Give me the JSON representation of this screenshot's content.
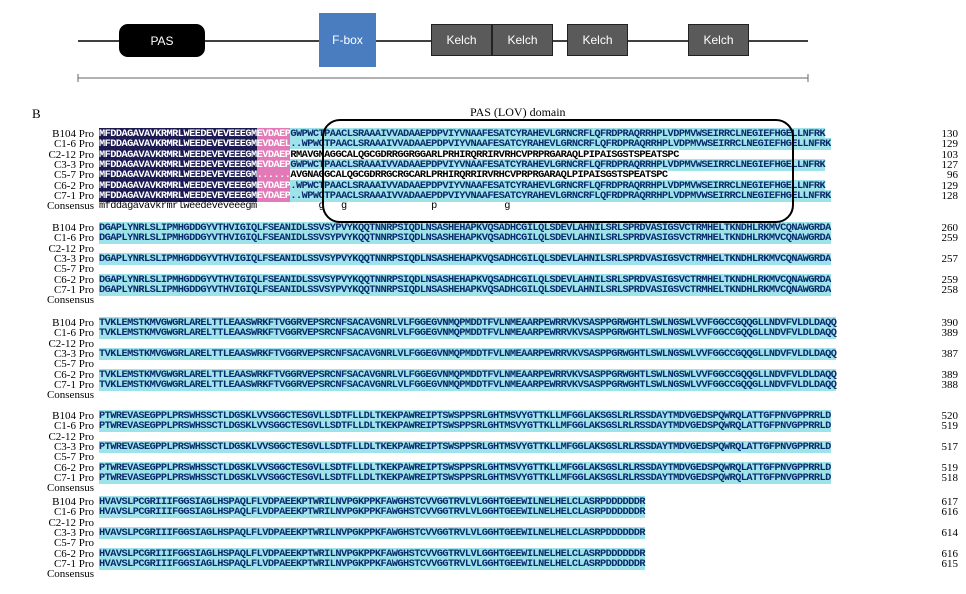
{
  "domains": {
    "pas": "PAS",
    "fbox": "F-box",
    "kelch": [
      "Kelch",
      "Kelch",
      "Kelch",
      "Kelch"
    ]
  },
  "panel_label": "B",
  "lov_title": "PAS (LOV) domain",
  "colors": {
    "identical": "#9ee3ea",
    "conserved_dark": "#1c1a52",
    "pink": "#e37ab8",
    "fbox": "#4a7cc0",
    "kelch": "#5a5a5a",
    "pas": "#000000"
  },
  "blocks": [
    {
      "rows": [
        {
          "name": "B104 Pro",
          "seq": "MFDDAGAVAVKRMRLWEEDEVEVEEEGMEVDAEPGWPWCTPAACLSRAAAIVVADAAEPDPVIYVNAAFESATCYRAHEVLGRNCRFLQFRDPRAQRRHPLVDPMVWSEIRRCLNEGIEFHGELLNFRK",
          "num": "130"
        },
        {
          "name": "C1-6 Pro",
          "seq": "MFDDAGAVAVKRMRLWEEDEVEVEEEGMEVDAEL..WPWCTPAACLSRAAAIVVADAAEPDPVIYVNAAFESATCYRAHEVLGRNCRFLQFRDPRAQRRHPLVDPMVWSEIRRCLNEGIEFHGELLNFRK",
          "num": "129"
        },
        {
          "name": "C2-12 Pro",
          "seq": "MFDDAGAVAVKRMRLWEEDEVEVEEEGMEVDAEPRMAVGNAGGCALQGCGDRRGGRGGARLPRHIRQRRIRVRHCVPRPRGARAQLPIPAISGSTSPEATSPC",
          "num": "103"
        },
        {
          "name": "C3-3 Pro",
          "seq": "MFDDAGAVAVKRMRLWEEDEVEVEEEGMEVDAEPGWPWCTPAACLSRAAAIVVADAAEPDPVIYVNAAFESATCYRAHEVLGRNCRFLQFRDPRAQRRHPLVDPMVWSEIRRCLNEGIEFHGELLNFRK",
          "num": "127"
        },
        {
          "name": "C5-7 Pro",
          "seq": "MFDDAGAVAVKRMRLWEEDEVEVEEEGM......AVGNAGGCALQGCGDRRGCRGCARLPRHIRQRRIRVRHCVPRPRGARAQLPIPAISGSTSPEATSPC",
          "num": "96"
        },
        {
          "name": "C6-2 Pro",
          "seq": "MFDDAGAVAVKRMRLWEEDEVEVEEEGMEVDAEP.WPWCTPAACLSRAAAIVVADAAEPDPVIYVNAAFESATCYRAHEVLGRNCRFLQFRDPRAQRRHPLVDPMVWSEIRRCLNEGIEFHGELLNFRK",
          "num": "129"
        },
        {
          "name": "C7-1 Pro",
          "seq": "MFDDAGAVAVKRMRLWEEDEVEVEEEGMEVDAEP..WPWCTPAACLSRAAAIVVADAAEPDPVIYVNAAFESATCYRAHEVLGRNCRFLQFRDPRAQRRHPLVDPMVWSEIRRCLNEGIEFHGELLNFRK",
          "num": "128"
        },
        {
          "name": "Consensus",
          "seq": "mfddagavavkrmrlweedeveveeegm           g   g               p            g",
          "num": ""
        }
      ]
    },
    {
      "rows": [
        {
          "name": "B104 Pro",
          "seq": "DGAPLYNRLSLIPMHGDDGYVTHVIGIQLFSEANIDLSSVSYPVYKQQTNNRPSIQDLNSASHEHAPKVQSADHCGILQLSDEVLAHNILSRLSPRDVASIGSVCTRMHELTKNDHLRKMVCQNAWGRDA",
          "num": "260"
        },
        {
          "name": "C1-6 Pro",
          "seq": "DGAPLYNRLSLIPMHGDDGYVTHVIGIQLFSEANIDLSSVSYPVYKQQTNNRPSIQDLNSASHEHAPKVQSADHCGILQLSDEVLAHNILSRLSPRDVASIGSVCTRMHELTKNDHLRKMVCQNAWGRDA",
          "num": "259"
        },
        {
          "name": "C2-12 Pro",
          "seq": "",
          "num": ""
        },
        {
          "name": "C3-3 Pro",
          "seq": "DGAPLYNRLSLIPMHGDDGYVTHVIGIQLFSEANIDLSSVSYPVYKQQTNNRPSIQDLNSASHEHAPKVQSADHCGILQLSDEVLAHNILSRLSPRDVASIGSVCTRMHELTKNDHLRKMVCQNAWGRDA",
          "num": "257"
        },
        {
          "name": "C5-7 Pro",
          "seq": "",
          "num": ""
        },
        {
          "name": "C6-2 Pro",
          "seq": "DGAPLYNRLSLIPMHGDDGYVTHVIGIQLFSEANIDLSSVSYPVYKQQTNNRPSIQDLNSASHEHAPKVQSADHCGILQLSDEVLAHNILSRLSPRDVASIGSVCTRMHELTKNDHLRKMVCQNAWGRDA",
          "num": "259"
        },
        {
          "name": "C7-1 Pro",
          "seq": "DGAPLYNRLSLIPMHGDDGYVTHVIGIQLFSEANIDLSSVSYPVYKQQTNNRPSIQDLNSASHEHAPKVQSADHCGILQLSDEVLAHNILSRLSPRDVASIGSVCTRMHELTKNDHLRKMVCQNAWGRDA",
          "num": "258"
        },
        {
          "name": "Consensus",
          "seq": "",
          "num": ""
        }
      ]
    },
    {
      "rows": [
        {
          "name": "B104 Pro",
          "seq": "TVKLEMSTKMVGWGRLARELTTLEAASWRKFTVGGRVEPSRCNFSACAVGNRLVLFGGEGVNMQPMDDTFVLNMEAARPEWRRVKVSASPPGRWGHTLSWLNGSWLVVFGGCCGQQGLLNDVFVLDLDAQQ",
          "num": "390"
        },
        {
          "name": "C1-6 Pro",
          "seq": "TVKLEMSTKMVGWGRLARELTTLEAASWRKFTVGGRVEPSRCNFSACAVGNRLVLFGGEGVNMQPMDDTFVLNMEAARPEWRRVKVSASPPGRWGHTLSWLNGSWLVVFGGCCGQQGLLNDVFVLDLDAQQ",
          "num": "389"
        },
        {
          "name": "C2-12 Pro",
          "seq": "",
          "num": ""
        },
        {
          "name": "C3-3 Pro",
          "seq": "TVKLEMSTKMVGWGRLARELTTLEAASWRKFTVGGRVEPSRCNFSACAVGNRLVLFGGEGVNMQPMDDTFVLNMEAARPEWRRVKVSASPPGRWGHTLSWLNGSWLVVFGGCCGQQGLLNDVFVLDLDAQQ",
          "num": "387"
        },
        {
          "name": "C5-7 Pro",
          "seq": "",
          "num": ""
        },
        {
          "name": "C6-2 Pro",
          "seq": "TVKLEMSTKMVGWGRLARELTTLEAASWRKFTVGGRVEPSRCNFSACAVGNRLVLFGGEGVNMQPMDDTFVLNMEAARPEWRRVKVSASPPGRWGHTLSWLNGSWLVVFGGCCGQQGLLNDVFVLDLDAQQ",
          "num": "389"
        },
        {
          "name": "C7-1 Pro",
          "seq": "TVKLEMSTKMVGWGRLARELTTLEAASWRKFTVGGRVEPSRCNFSACAVGNRLVLFGGEGVNMQPMDDTFVLNMEAARPEWRRVKVSASPPGRWGHTLSWLNGSWLVVFGGCCGQQGLLNDVFVLDLDAQQ",
          "num": "388"
        },
        {
          "name": "Consensus",
          "seq": "",
          "num": ""
        }
      ]
    },
    {
      "rows": [
        {
          "name": "B104 Pro",
          "seq": "PTWREVASEGPPLPRSWHSSCTLDGSKLVVSGGCTESGVLLSDTFLLDLTKEKPAWREIPTSWSPPSRLGHTMSVYGTTKLLMFGGLAKSGSLRLRSSDAYTMDVGEDSPQWRQLATTGFPNVGPPRRLD",
          "num": "520"
        },
        {
          "name": "C1-6 Pro",
          "seq": "PTWREVASEGPPLPRSWHSSCTLDGSKLVVSGGCTESGVLLSDTFLLDLTKEKPAWREIPTSWSPPSRLGHTMSVYGTTKLLMFGGLAKSGSLRLRSSDAYTMDVGEDSPQWRQLATTGFPNVGPPRRLD",
          "num": "519"
        },
        {
          "name": "C2-12 Pro",
          "seq": "",
          "num": ""
        },
        {
          "name": "C3-3 Pro",
          "seq": "PTWREVASEGPPLPRSWHSSCTLDGSKLVVSGGCTESGVLLSDTFLLDLTKEKPAWREIPTSWSPPSRLGHTMSVYGTTKLLMFGGLAKSGSLRLRSSDAYTMDVGEDSPQWRQLATTGFPNVGPPRRLD",
          "num": "517"
        },
        {
          "name": "C5-7 Pro",
          "seq": "",
          "num": ""
        },
        {
          "name": "C6-2 Pro",
          "seq": "PTWREVASEGPPLPRSWHSSCTLDGSKLVVSGGCTESGVLLSDTFLLDLTKEKPAWREIPTSWSPPSRLGHTMSVYGTTKLLMFGGLAKSGSLRLRSSDAYTMDVGEDSPQWRQLATTGFPNVGPPRRLD",
          "num": "519"
        },
        {
          "name": "C7-1 Pro",
          "seq": "PTWREVASEGPPLPRSWHSSCTLDGSKLVVSGGCTESGVLLSDTFLLDLTKEKPAWREIPTSWSPPSRLGHTMSVYGTTKLLMFGGLAKSGSLRLRSSDAYTMDVGEDSPQWRQLATTGFPNVGPPRRLD",
          "num": "518"
        },
        {
          "name": "Consensus",
          "seq": "",
          "num": ""
        }
      ]
    },
    {
      "rows": [
        {
          "name": "B104 Pro",
          "seq": "HVAVSLPCGRIIIFGGSIAGLHSPAQLFLVDPAEEKPTWRILNVPGKPPKFAWGHSTCVVGGTRVLVLGGHTGEEWILNELHELCLASRPDDDDDDR",
          "num": "617"
        },
        {
          "name": "C1-6 Pro",
          "seq": "HVAVSLPCGRIIIFGGSIAGLHSPAQLFLVDPAEEKPTWRILNVPGKPPKFAWGHSTCVVGGTRVLVLGGHTGEEWILNELHELCLASRPDDDDDDR",
          "num": "616"
        },
        {
          "name": "C2-12 Pro",
          "seq": "",
          "num": ""
        },
        {
          "name": "C3-3 Pro",
          "seq": "HVAVSLPCGRIIIFGGSIAGLHSPAQLFLVDPAEEKPTWRILNVPGKPPKFAWGHSTCVVGGTRVLVLGGHTGEEWILNELHELCLASRPDDDDDDR",
          "num": "614"
        },
        {
          "name": "C5-7 Pro",
          "seq": "",
          "num": ""
        },
        {
          "name": "C6-2 Pro",
          "seq": "HVAVSLPCGRIIIFGGSIAGLHSPAQLFLVDPAEEKPTWRILNVPGKPPKFAWGHSTCVVGGTRVLVLGGHTGEEWILNELHELCLASRPDDDDDDR",
          "num": "616"
        },
        {
          "name": "C7-1 Pro",
          "seq": "HVAVSLPCGRIIIFGGSIAGLHSPAQLFLVDPAEEKPTWRILNVPGKPPKFAWGHSTCVVGGTRVLVLGGHTGEEWILNELHELCLASRPDDDDDDR",
          "num": "615"
        },
        {
          "name": "Consensus",
          "seq": "",
          "num": ""
        }
      ]
    }
  ]
}
